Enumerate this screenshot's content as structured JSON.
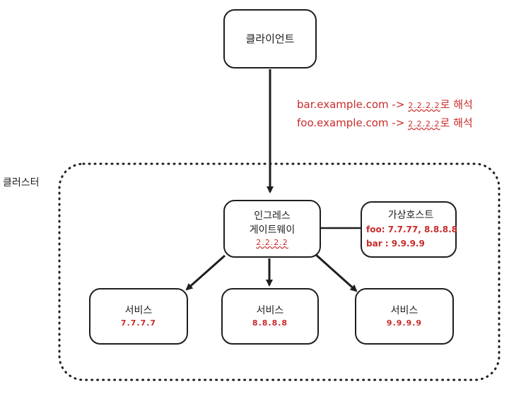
{
  "client": {
    "label": "클라이언트"
  },
  "dns_notes": [
    {
      "host": "bar.example.com",
      "arrow": "->",
      "ip": "2.2.2.2",
      "suffix": "로 해석"
    },
    {
      "host": "foo.example.com",
      "arrow": "->",
      "ip": "2.2.2.2",
      "suffix": "로 해석"
    }
  ],
  "cluster": {
    "label": "클러스터"
  },
  "ingress": {
    "label_1": "인그레스",
    "label_2": "게이트웨이",
    "ip": "2.2.2.2"
  },
  "virtual_host": {
    "title": "가상호스트",
    "line_1": "foo: 7.7.77, 8.8.8.8",
    "line_2": "bar : 9.9.9.9"
  },
  "services": [
    {
      "label": "서비스",
      "ip": "7.7.7.7"
    },
    {
      "label": "서비스",
      "ip": "8.8.8.8"
    },
    {
      "label": "서비스",
      "ip": "9.9.9.9"
    }
  ],
  "colors": {
    "stroke": "#1e1e1e",
    "accent": "#c92a2a",
    "background": "#ffffff"
  }
}
